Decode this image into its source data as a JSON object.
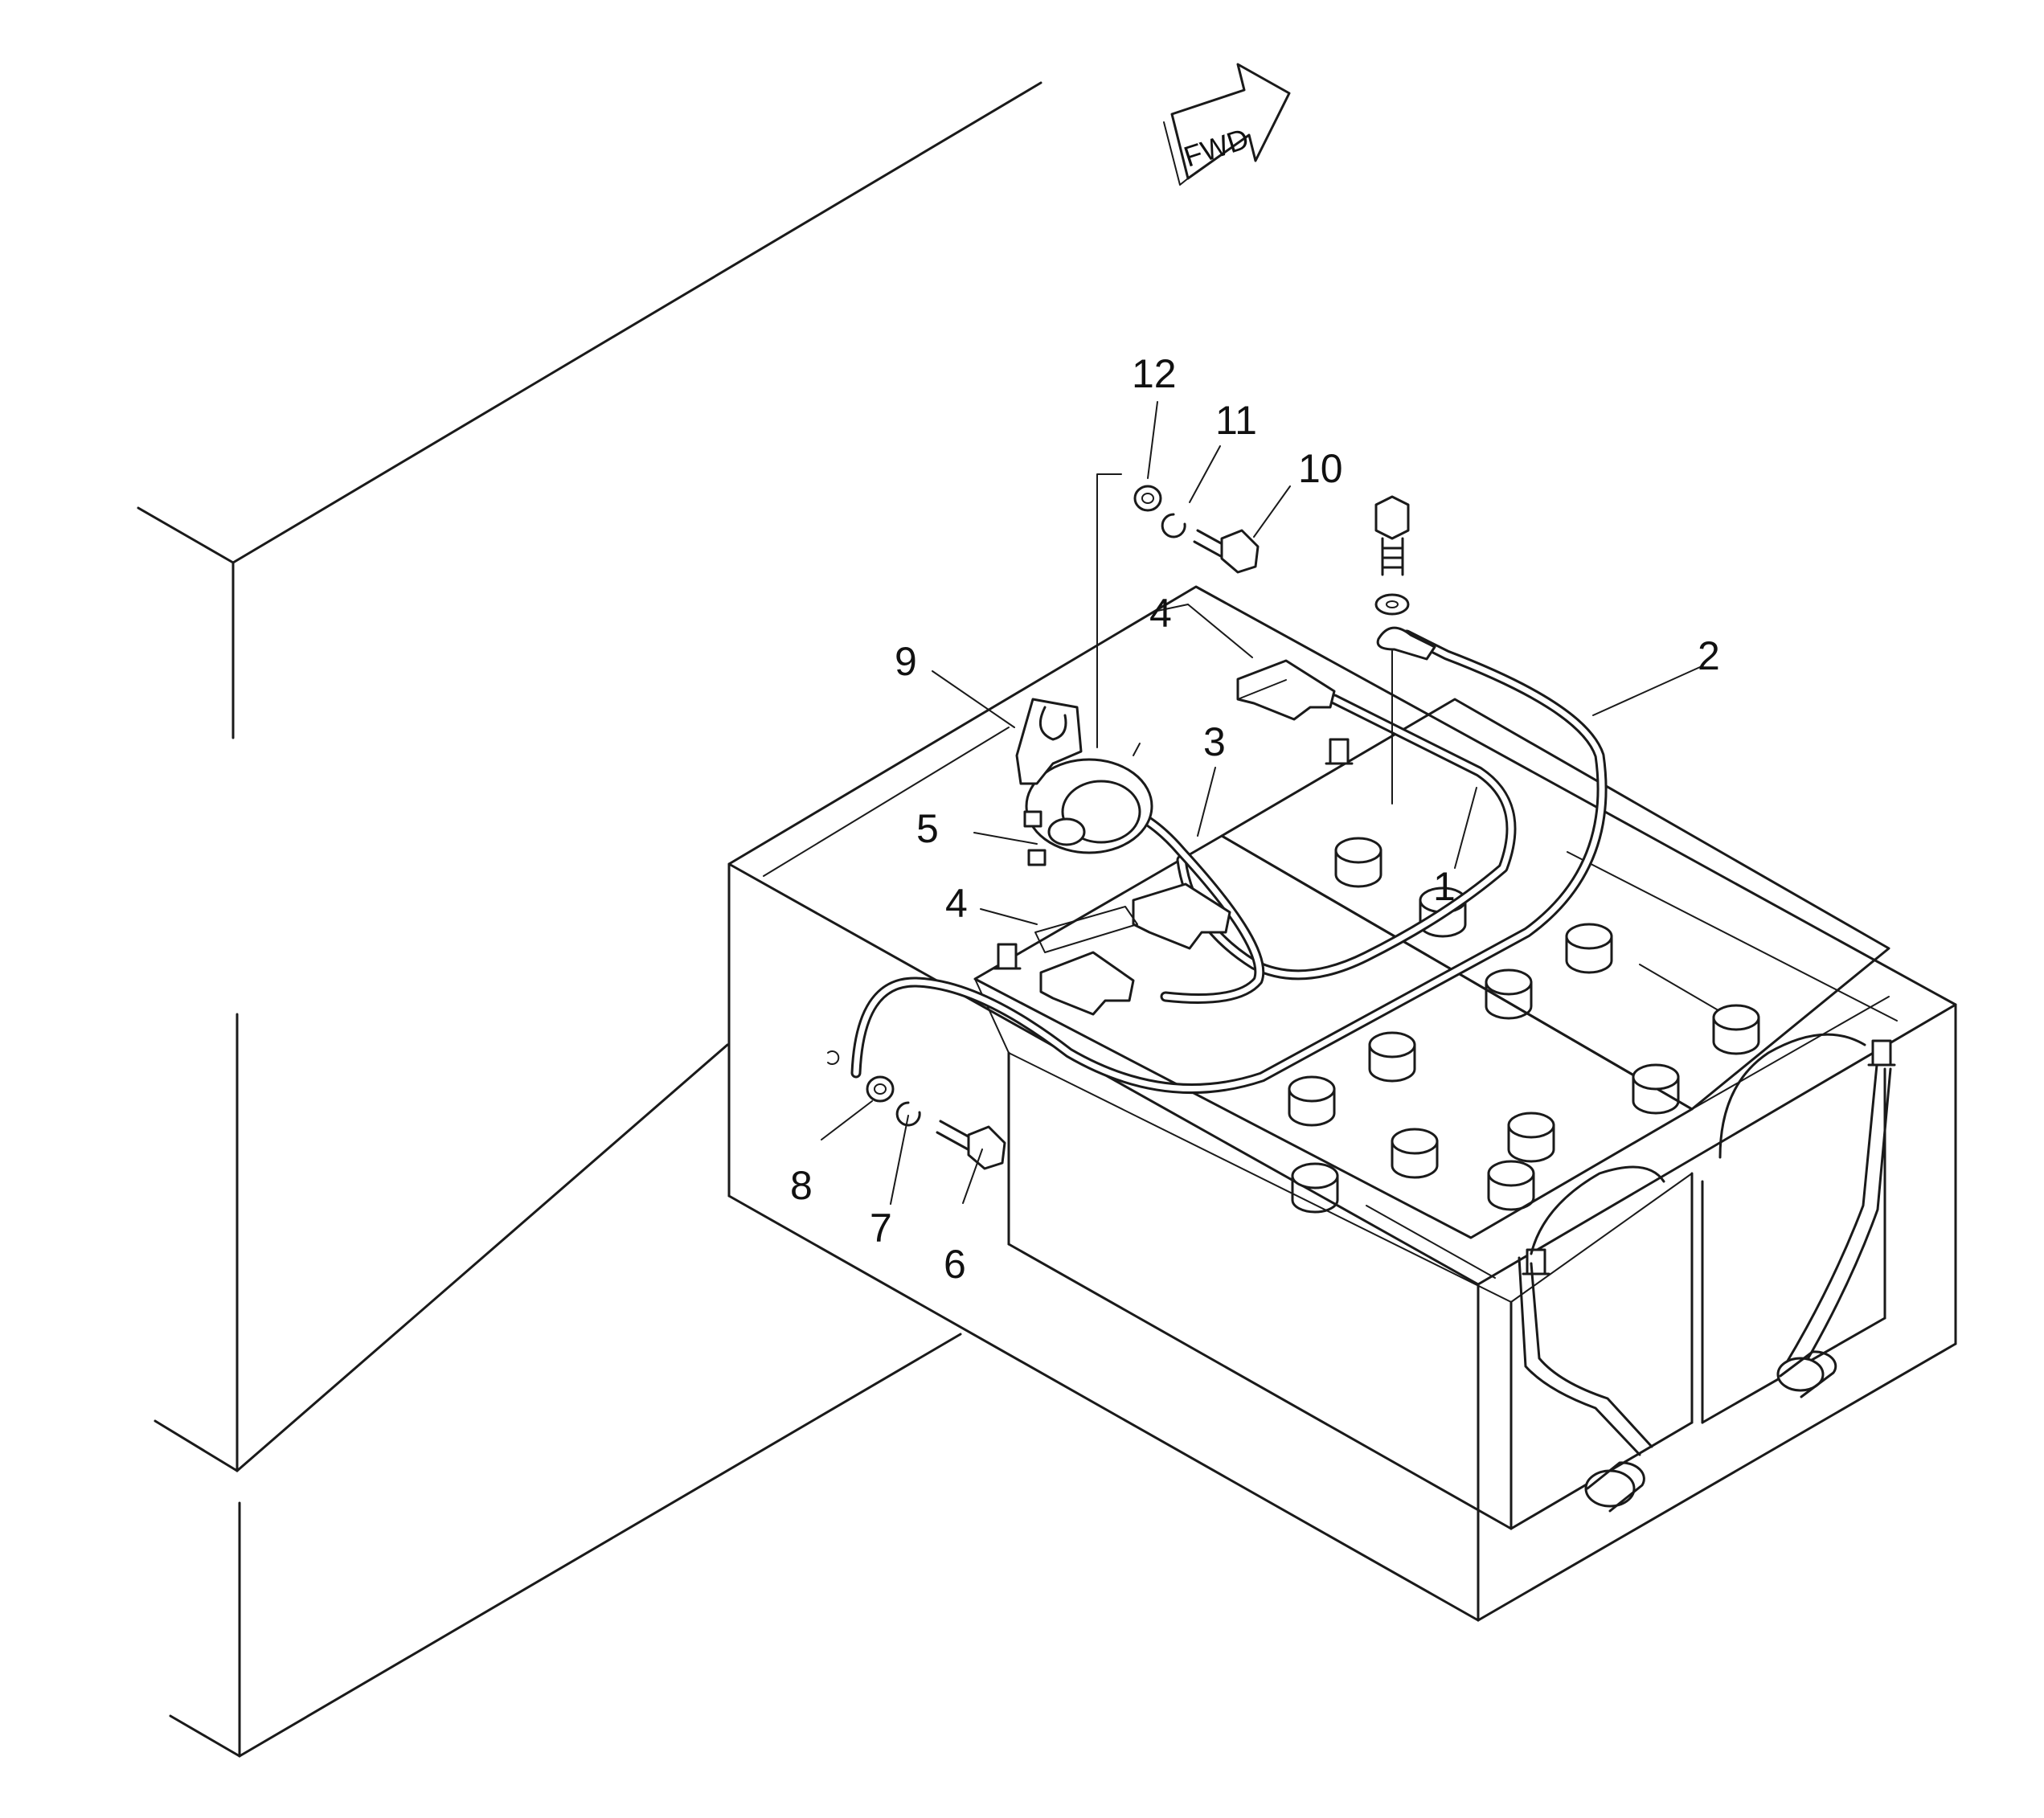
{
  "direction_label": "FWD",
  "callouts": [
    {
      "id": "c1",
      "label": "1"
    },
    {
      "id": "c2",
      "label": "2"
    },
    {
      "id": "c3",
      "label": "3"
    },
    {
      "id": "c4a",
      "label": "4"
    },
    {
      "id": "c4b",
      "label": "4"
    },
    {
      "id": "c5",
      "label": "5"
    },
    {
      "id": "c6",
      "label": "6"
    },
    {
      "id": "c7",
      "label": "7"
    },
    {
      "id": "c8",
      "label": "8"
    },
    {
      "id": "c9",
      "label": "9"
    },
    {
      "id": "c10",
      "label": "10"
    },
    {
      "id": "c11",
      "label": "11"
    },
    {
      "id": "c12",
      "label": "12"
    }
  ]
}
